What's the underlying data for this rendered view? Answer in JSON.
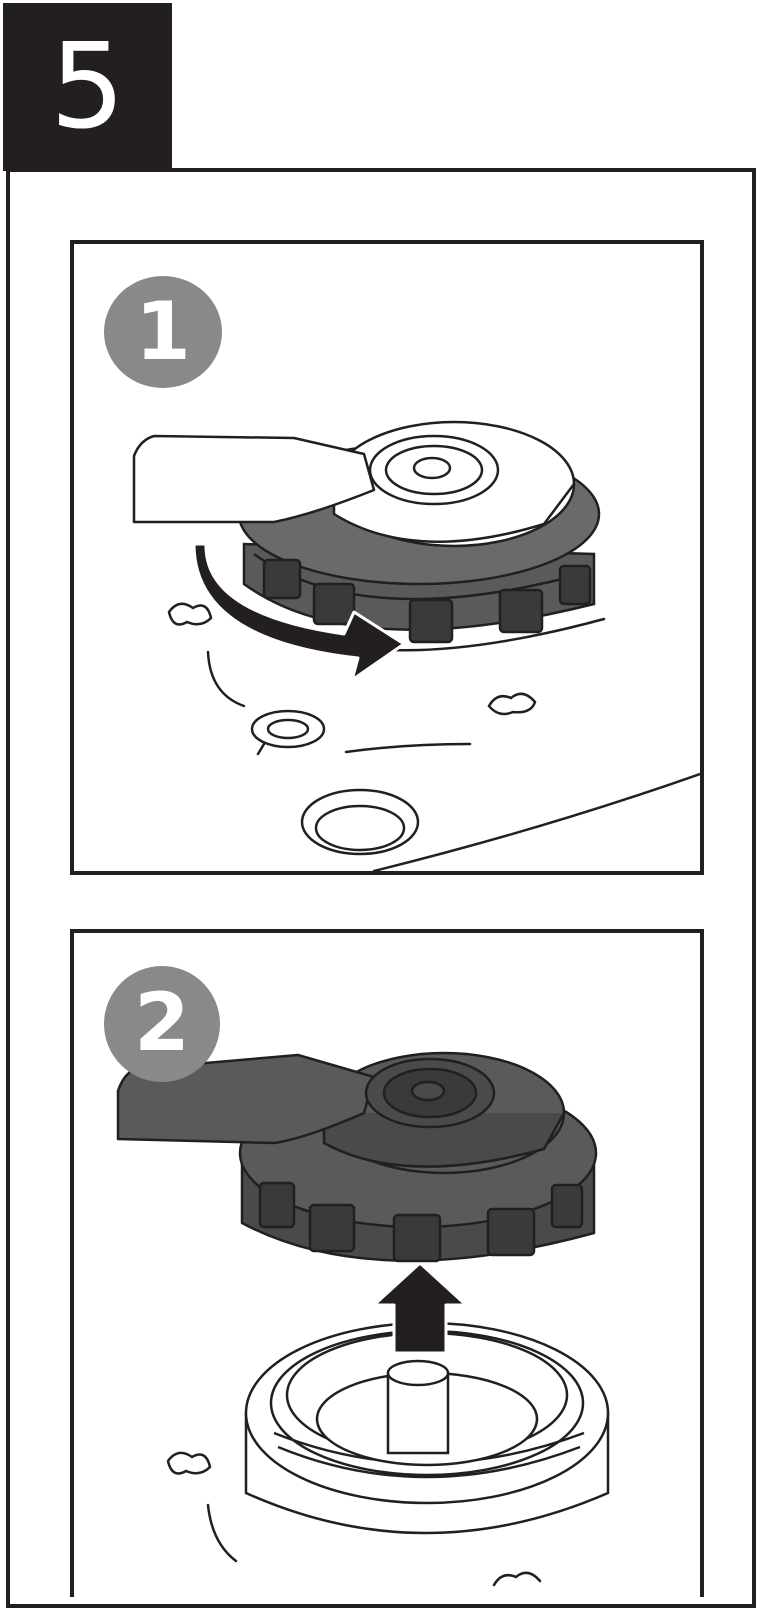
{
  "step": {
    "number": "5"
  },
  "panels": [
    {
      "badge": "1",
      "action": "rotate-counterclockwise",
      "arrow_color": "#231f20"
    },
    {
      "badge": "2",
      "action": "lift-off",
      "arrow_color": "#231f20"
    }
  ],
  "colors": {
    "ink": "#231f20",
    "badge": "#898989",
    "cap_dark": "#4a4a4a",
    "paper": "#ffffff"
  }
}
